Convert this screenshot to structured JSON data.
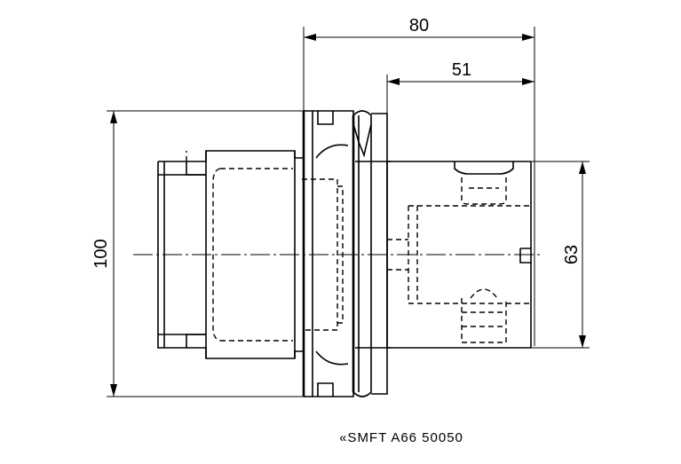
{
  "dimensions": {
    "overall_length": "80",
    "shank_length": "51",
    "left_diameter": "100",
    "right_diameter": "63"
  },
  "caption": "«SMFT A66 50050"
}
